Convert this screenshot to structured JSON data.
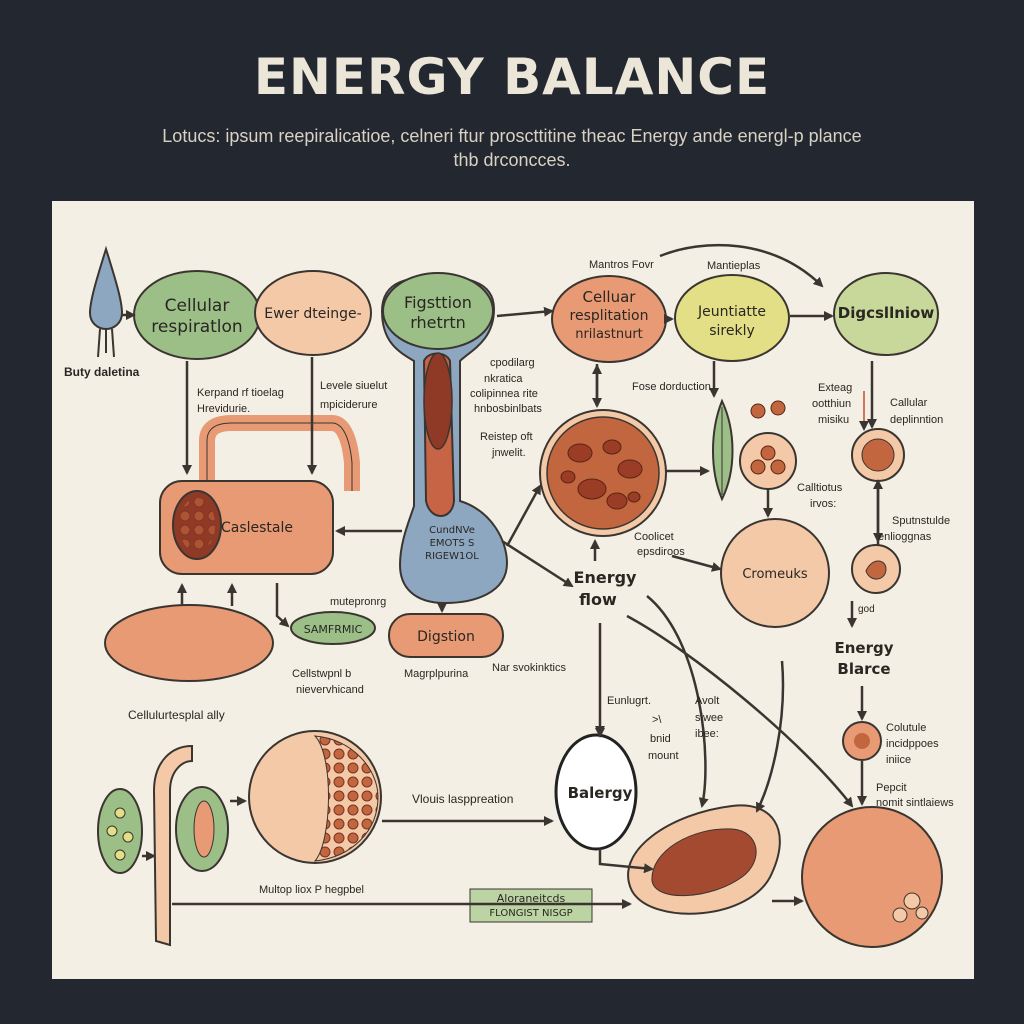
{
  "title": "ENERGY BALANCE",
  "subtitle_line1": "Lotucs: ipsum reepiralicatioe, celneri ftur proscttitine theac Energy ande energl-p plance",
  "subtitle_line2": "thb drconcces.",
  "nodes": {
    "cellular_respiration_left": [
      "Cellular",
      "respiratlon"
    ],
    "ewer_dteinge": "Ewer dteinge-",
    "figstation_line1": "Figsttion",
    "figstation_line2": "rhetrtn",
    "cellular_respiration_right": [
      "Celluar",
      "resplitation",
      "nrilastnurt"
    ],
    "jeuntiate": [
      "Jeuntiatte",
      "sirekly"
    ],
    "digestunow": "Digcsllniow",
    "caslestale": "Caslestale",
    "cundnve": [
      "CundNVe",
      "EMOTS S",
      "RIGEW1OL"
    ],
    "samfrmic": "SAMFRMIC",
    "digestion": "Digstion",
    "energy_flow": [
      "Energy",
      "flow"
    ],
    "cromeuks": "Cromeuks",
    "energy_balance_small": [
      "Energy",
      "Blarce"
    ],
    "balergy": "Balergy",
    "box_label": [
      "Aloraneitcds",
      "FLONGIST NISGP"
    ]
  },
  "annotations": {
    "butty": "Buty daletina",
    "mantros_fow": "Mantros Fovr",
    "mantieplas": "Mantieplas",
    "kerpand": [
      "Kerpand rf tioelag",
      "Hrevidurie."
    ],
    "levere": [
      "Levele siuelut",
      "mpiciderure"
    ],
    "cpedilarg": [
      "cpodilarg",
      "nkratica",
      "colipinnea rite",
      "hnbosbinlbats"
    ],
    "reidsep": [
      "Reistep oft",
      "jnwelit."
    ],
    "fose": "Fose dorduction",
    "exteag": [
      "Exteag",
      "ootthiun",
      "misiku"
    ],
    "cellular_depletion": [
      "Callular",
      "deplinntion"
    ],
    "celluttus": [
      "Calltiotus",
      "irvos:"
    ],
    "coolicet": [
      "Coolicet",
      "epsdiroos"
    ],
    "sputnstride": [
      "Sputnstulde",
      "enlioggnas"
    ],
    "god": "god",
    "mutepronrg": "mutepronrg",
    "celistwpnl": [
      "Cellstwpnl b",
      "nievervhicand"
    ],
    "magrpoprira": "Magrplpurina",
    "svokn": "Nar svokinktics",
    "cellular_espial": "Cellulurtesplal ally",
    "eunluqt": [
      "Eunlugrt.",
      ">\\",
      "bnid",
      "mount"
    ],
    "avolt": [
      "Avolt",
      "siwee",
      "ibee:"
    ],
    "coltutle": [
      "Colutule",
      "incidppoes",
      "iniice"
    ],
    "popcit": [
      "Pepcit",
      "nomit sintlaiews"
    ],
    "vlouis": "Vlouis lasppreation",
    "multop": "Multop liox P hegpbel"
  },
  "colors": {
    "background": "#23272f",
    "panel": "#f4efe4",
    "green": "#9cbf88",
    "salmon": "#e89a74",
    "peach": "#f3c9a8",
    "blue": "#8ea7c0",
    "yellow": "#e3df86",
    "dark_red": "#a44a30",
    "stroke": "#3a3530"
  }
}
